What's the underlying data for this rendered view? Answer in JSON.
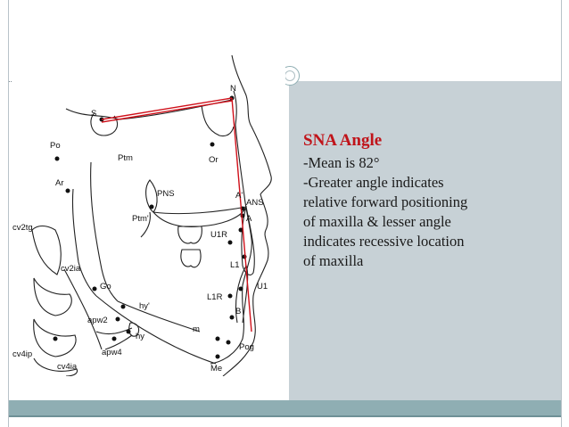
{
  "text": {
    "title": "SNA Angle",
    "lines": [
      "-Mean is 82°",
      "-Greater angle indicates",
      "relative forward positioning",
      "of  maxilla & lesser angle",
      "indicates recessive location",
      "of maxilla"
    ]
  },
  "diagram": {
    "landmarks": [
      "N",
      "S",
      "Po",
      "Ptm",
      "Or",
      "Ar",
      "PNS",
      "A'",
      "ANS",
      "A",
      "Ptm'",
      "U1R",
      "cv2tg",
      "L1",
      "cv2ia",
      "Go",
      "U1",
      "L1R",
      "hy'",
      "B",
      "apw2",
      "hy",
      "m",
      "Pog",
      "cv4ip",
      "apw4",
      "cv4ia",
      "Me"
    ]
  },
  "colors": {
    "title": "#c0141a",
    "line": "#d0101a",
    "panel": "#c7d1d6",
    "strip": "#8faeb3"
  }
}
